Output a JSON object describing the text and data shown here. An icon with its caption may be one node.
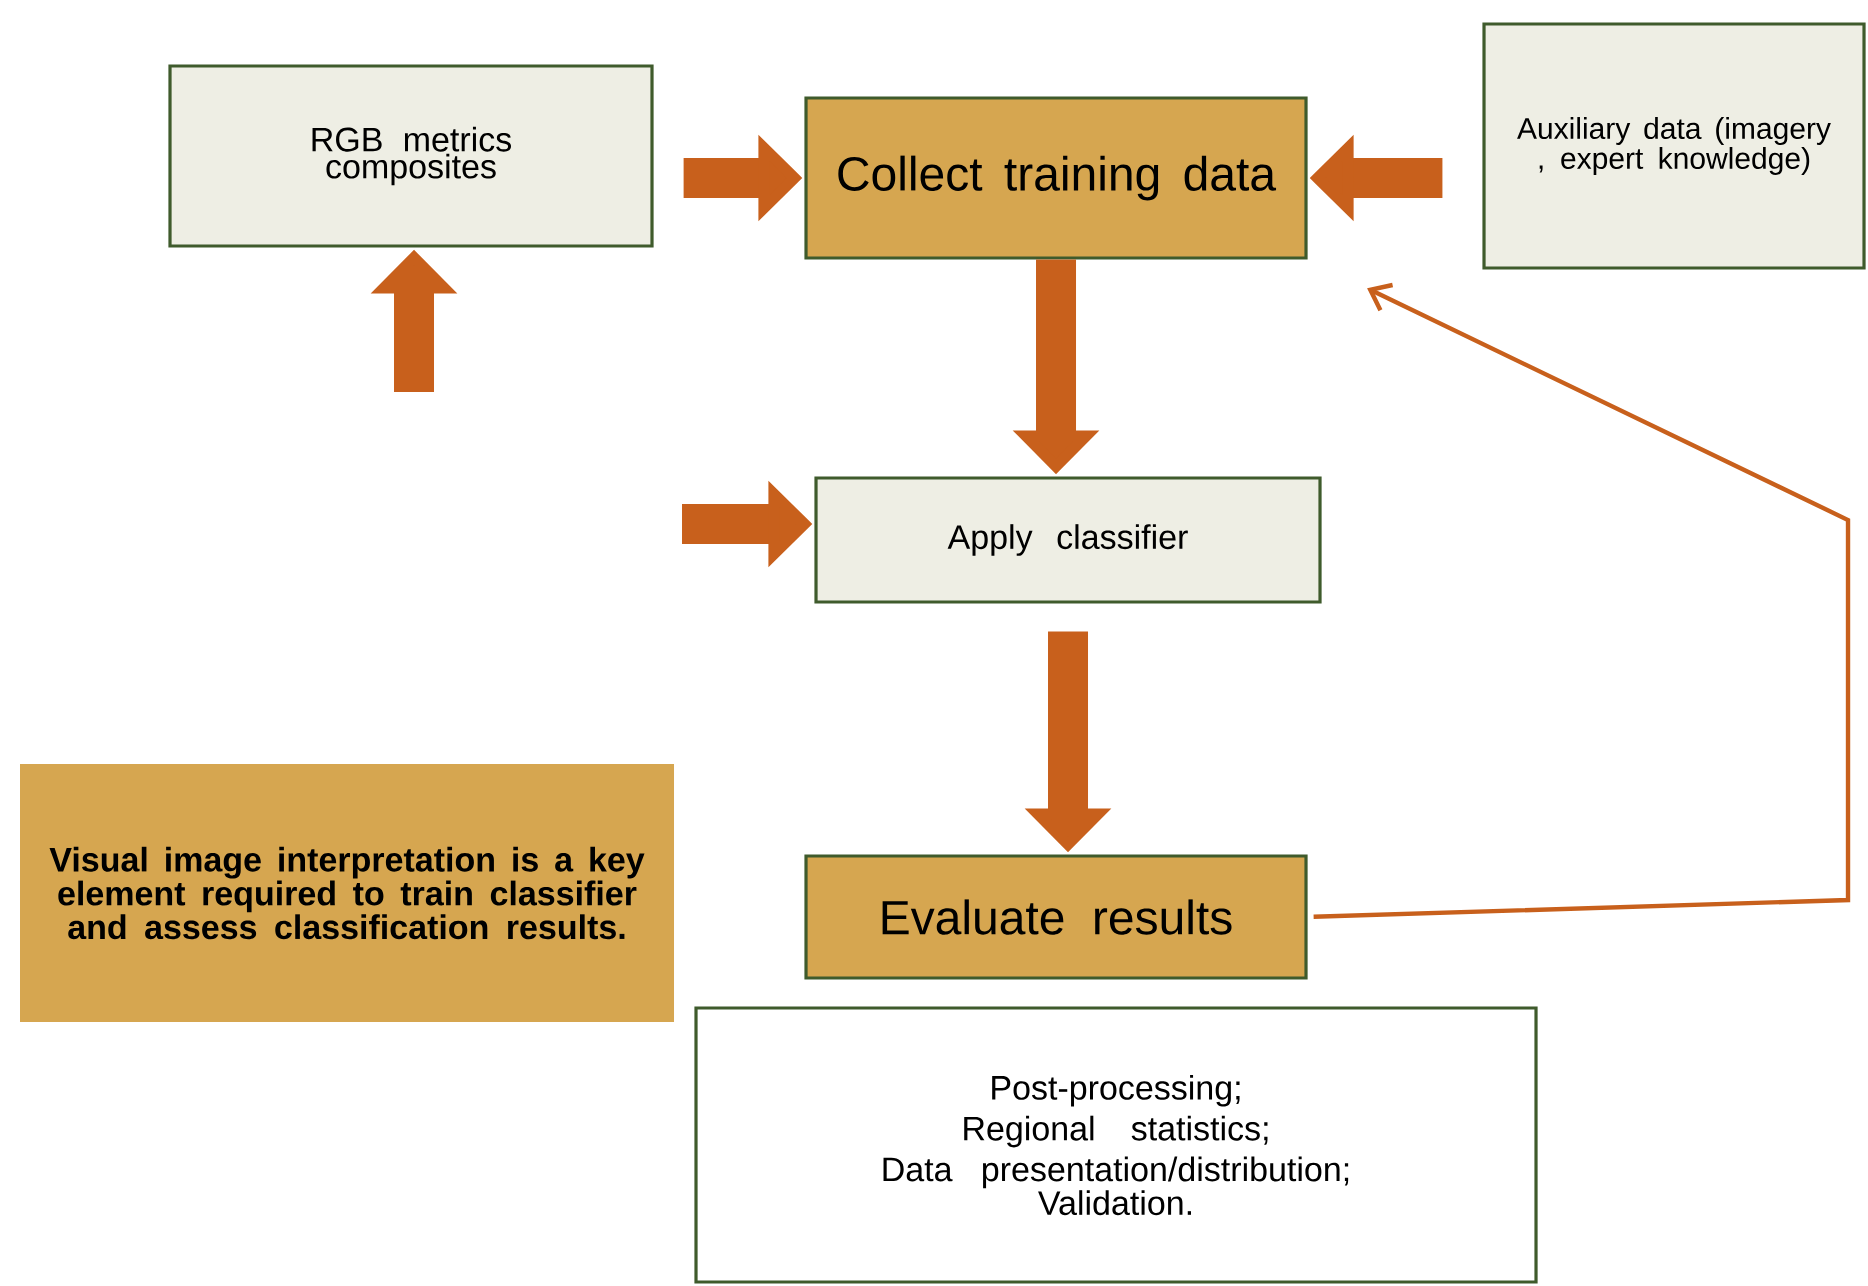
{
  "diagram": {
    "nodes": [
      {
        "text": [
          "RGB metrics composites"
        ]
      },
      {
        "text": [
          "Collect training data"
        ]
      },
      {
        "text": [
          "Auxiliary data (imagery , expert knowledge)"
        ]
      },
      {
        "text": [
          "Apply classifier"
        ]
      },
      {
        "text": [
          "Visual image interpretation is a key element required to train classifier and assess classification results."
        ]
      },
      {
        "text": [
          "Evaluate results"
        ]
      },
      {
        "text": [
          "Post-processing;",
          "Regional statistics;",
          "Data presentation/distribution;",
          "Validation."
        ]
      }
    ],
    "edges": [
      {
        "from": null,
        "to": 0,
        "arrow": "to"
      },
      {
        "from": 0,
        "to": 1,
        "arrow": "to"
      },
      {
        "from": 2,
        "to": 1,
        "arrow": "to"
      },
      {
        "from": 1,
        "to": 3,
        "arrow": "to"
      },
      {
        "from": null,
        "to": 3,
        "arrow": "to"
      },
      {
        "from": 3,
        "to": 5,
        "arrow": "to"
      },
      {
        "from": 5,
        "to": 1,
        "arrow": "to"
      }
    ]
  }
}
